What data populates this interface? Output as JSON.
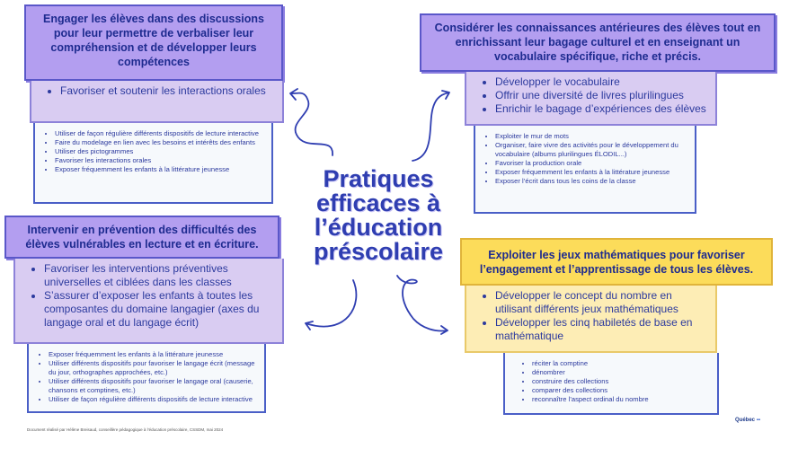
{
  "title": "Pratiques efficaces à l’éducation préscolaire",
  "boxes": {
    "b1": {
      "header": "Engager les élèves dans des discussions pour leur permettre de verbaliser leur compréhension et de développer leurs compétences",
      "main": [
        "Favoriser et soutenir les interactions orales"
      ],
      "details": [
        "Utiliser de façon régulière différents dispositifs de lecture interactive",
        "Faire du modelage en lien avec les besoins et intérêts des enfants",
        "Utiliser des pictogrammes",
        "Favoriser les interactions orales",
        "Exposer fréquemment les enfants à la littérature jeunesse"
      ]
    },
    "b2": {
      "header": "Considérer les connaissances antérieures des élèves tout en enrichissant leur bagage culturel et en enseignant un vocabulaire spécifique, riche et précis.",
      "main": [
        "Développer le vocabulaire",
        "Offrir une diversité de livres plurilingues",
        "Enrichir le bagage d’expériences des élèves"
      ],
      "details": [
        "Exploiter le mur de mots",
        "Organiser, faire vivre des activités pour le développement du vocabulaire (albums plurilingues ÉLODIL...)",
        "Favoriser la production orale",
        "Exposer fréquemment les enfants à la littérature jeunesse",
        "Exposer l’écrit dans tous les coins de la classe"
      ]
    },
    "b3": {
      "header": "Intervenir en prévention des difficultés des élèves vulnérables en lecture et en écriture.",
      "main": [
        "Favoriser les interventions préventives universelles et ciblées dans les classes",
        "S’assurer d’exposer les enfants à toutes les composantes du domaine langagier (axes du langage oral et du langage écrit)"
      ],
      "details": [
        "Exposer fréquemment les enfants à la littérature jeunesse",
        "Utiliser différents dispositifs pour favoriser le langage écrit (message du jour, orthographes approchées, etc.)",
        "Utiliser différents dispositifs pour favoriser le langage oral (causerie, chansons et comptines, etc.)",
        "Utiliser de façon régulière différents dispositifs de lecture interactive"
      ]
    },
    "b4": {
      "header": "Exploiter les jeux mathématiques pour favoriser l’engagement et l’apprentissage de tous les élèves.",
      "main": [
        "Développer le concept du nombre en utilisant différents jeux mathématiques",
        "Développer les cinq habiletés de base en mathématique"
      ],
      "details": [
        "réciter la comptine",
        "dénombrer",
        "construire des collections",
        "comparer des collections",
        "reconnaître l’aspect ordinal du nombre"
      ]
    }
  },
  "footer": "Document réalisé par Hélène Breisaud, conseillère pédagogique à l’éducation préscolaire, CSSDM, mai 2024",
  "logo": "Québec"
}
